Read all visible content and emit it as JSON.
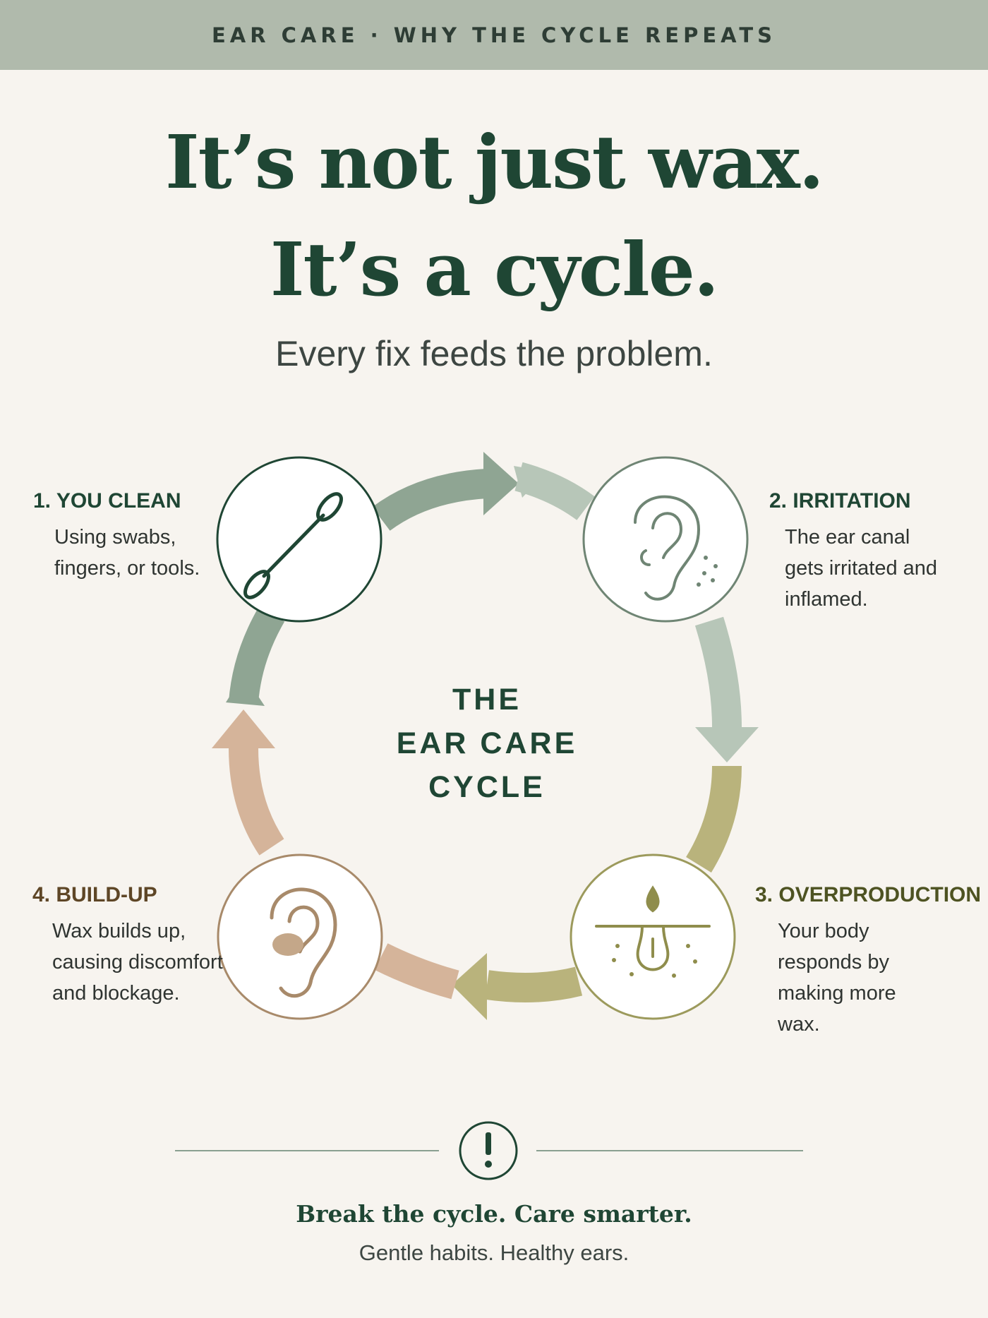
{
  "header": {
    "label": "EAR CARE · WHY THE CYCLE REPEATS"
  },
  "headline": {
    "line1": "It’s not just wax.",
    "line2": "It’s a cycle."
  },
  "subtitle": "Every fix feeds the problem.",
  "cycle": {
    "center_label": "THE\nEAR CARE\nCYCLE",
    "steps": [
      {
        "title": "1. YOU CLEAN",
        "description": "Using swabs, fingers, or tools.",
        "icon": "cotton-swab-icon",
        "color": "#1f4634"
      },
      {
        "title": "2. IRRITATION",
        "description": "The ear canal gets irritated and inflamed.",
        "icon": "irritated-ear-icon",
        "color": "#1f4634"
      },
      {
        "title": "3. OVERPRODUCTION",
        "description": "Your body responds by making more wax.",
        "icon": "wax-gland-icon",
        "color": "#4e5322"
      },
      {
        "title": "4. BUILD-UP",
        "description": "Wax builds up, causing discomfort and blockage.",
        "icon": "blocked-ear-icon",
        "color": "#5e4626"
      }
    ],
    "colors": {
      "green": "#8fa593",
      "light_green": "#b7c6b8",
      "olive": "#b9b37c",
      "tan": "#d5b49a"
    }
  },
  "footer": {
    "icon": "exclamation-icon",
    "tagline": "Break the cycle. Care smarter.",
    "subline": "Gentle habits. Healthy ears."
  }
}
